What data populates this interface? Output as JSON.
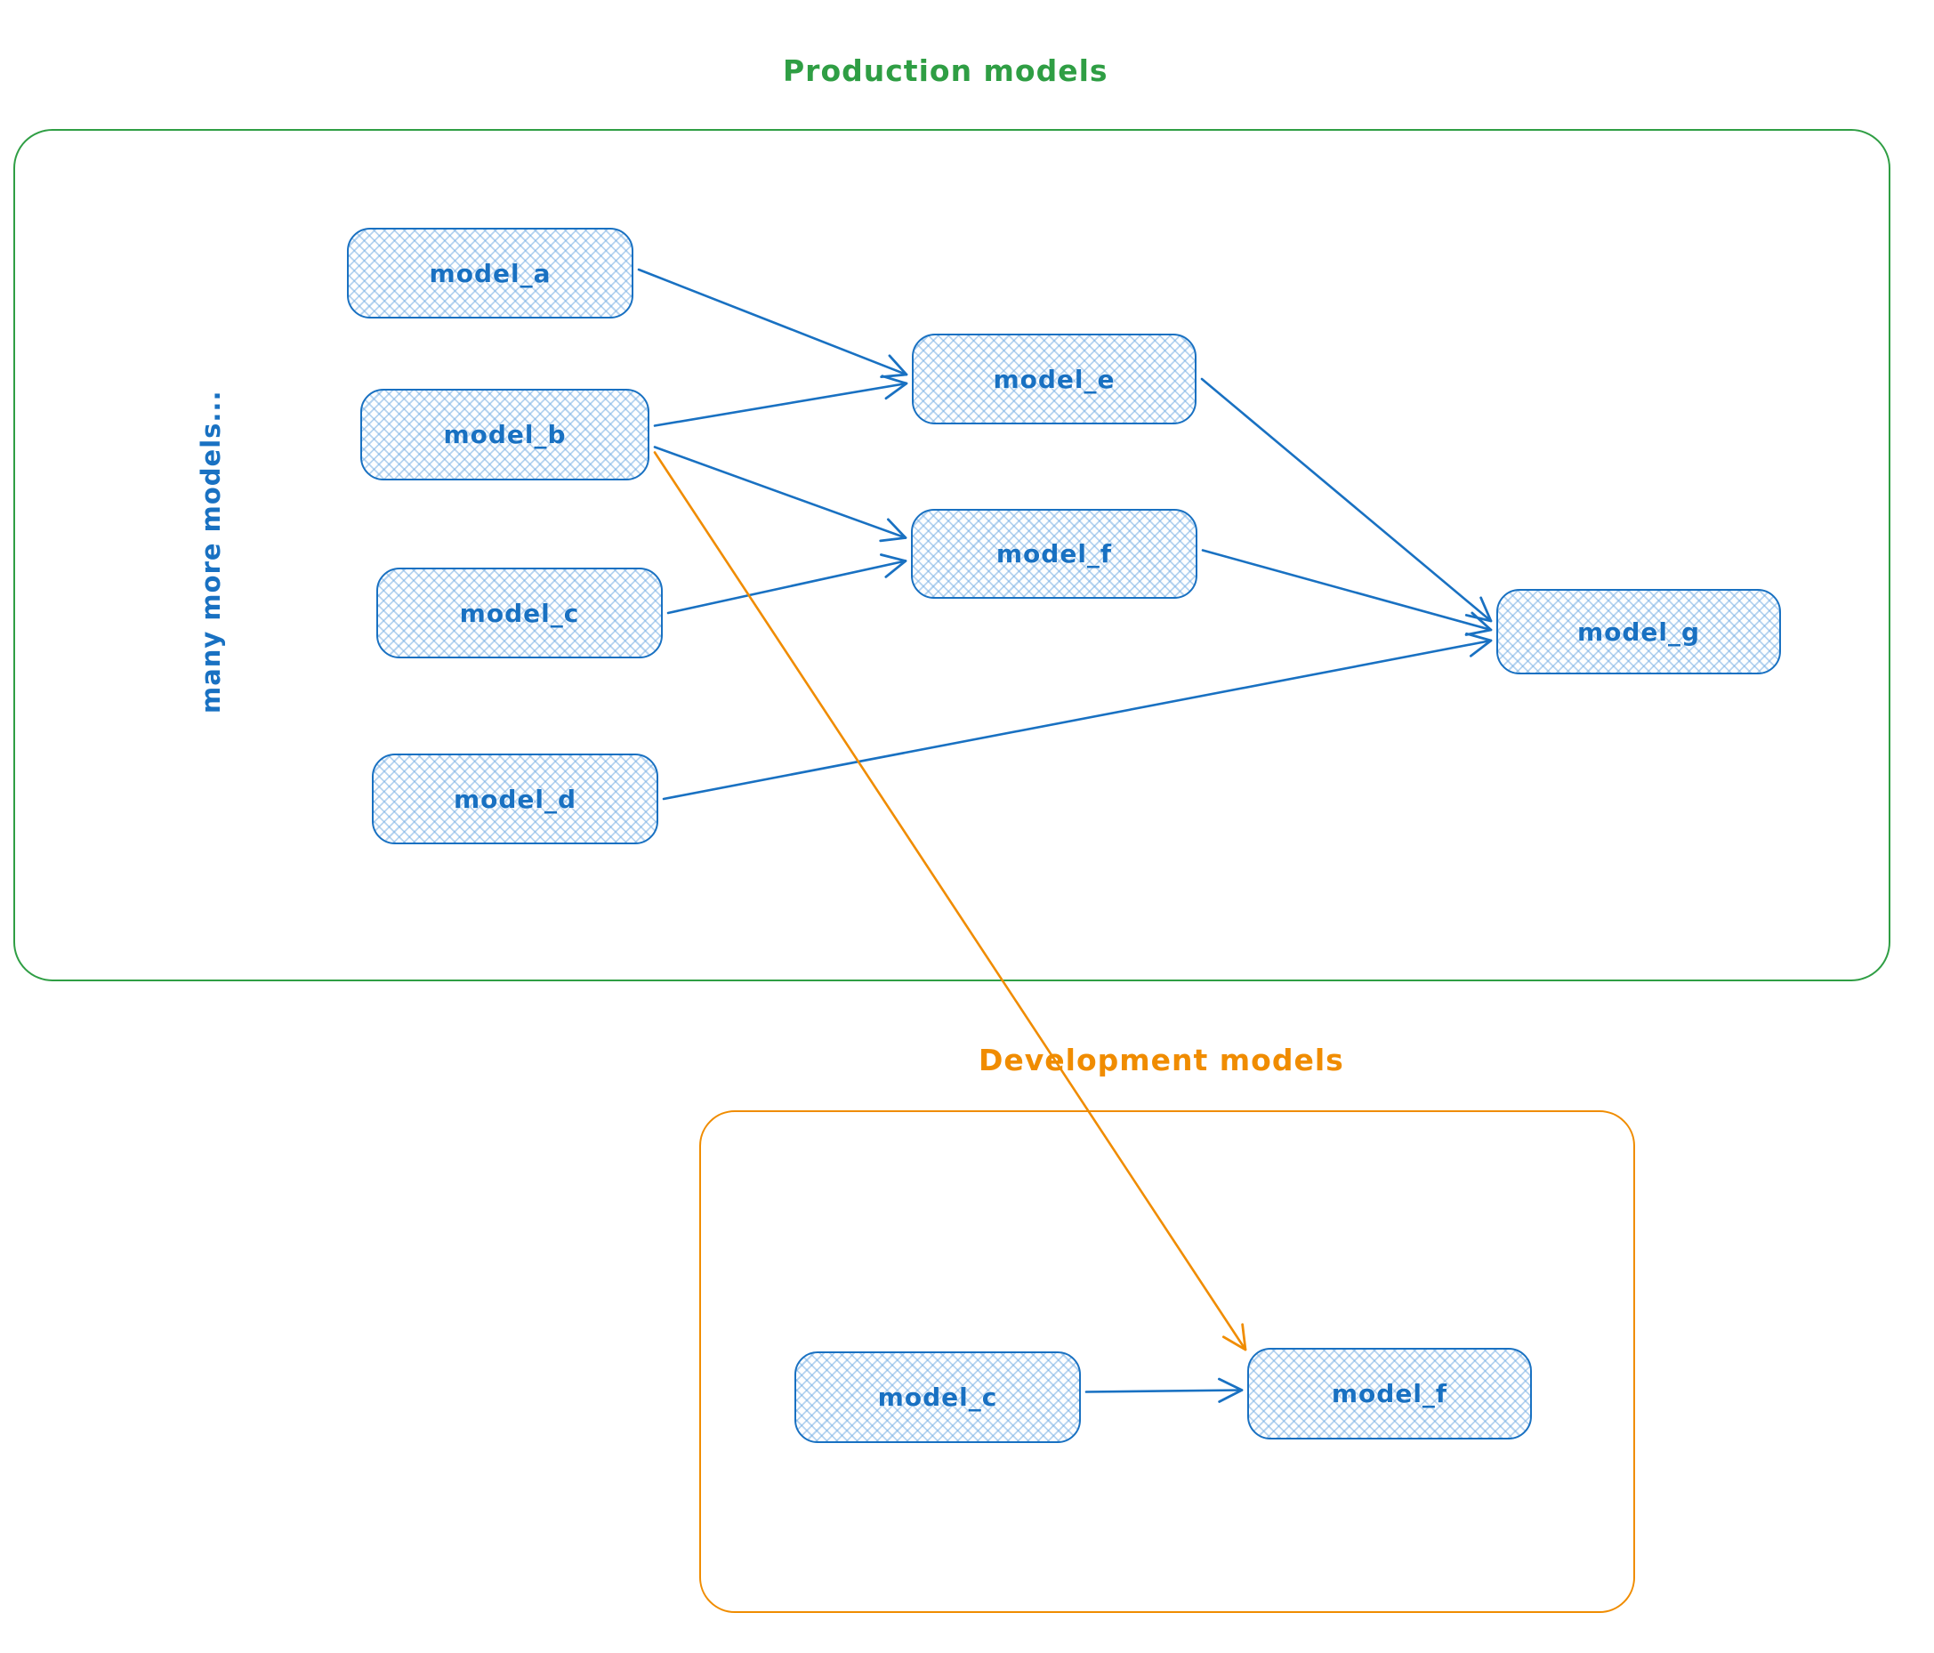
{
  "diagram": {
    "production": {
      "title": "Production models",
      "side_label": "many more models...",
      "nodes": {
        "model_a": {
          "label": "model_a"
        },
        "model_b": {
          "label": "model_b"
        },
        "model_c": {
          "label": "model_c"
        },
        "model_d": {
          "label": "model_d"
        },
        "model_e": {
          "label": "model_e"
        },
        "model_f": {
          "label": "model_f"
        },
        "model_g": {
          "label": "model_g"
        }
      }
    },
    "development": {
      "title": "Development models",
      "nodes": {
        "model_c": {
          "label": "model_c"
        },
        "model_f": {
          "label": "model_f"
        }
      }
    },
    "edges": [
      {
        "from": "prod_model_a",
        "to": "prod_model_e",
        "from_anchor": "right",
        "to_anchor": "left",
        "from_dy": -4,
        "to_dy": -5
      },
      {
        "from": "prod_model_b",
        "to": "prod_model_e",
        "from_anchor": "right",
        "to_anchor": "left",
        "from_dy": -10,
        "to_dy": 5
      },
      {
        "from": "prod_model_b",
        "to": "prod_model_f",
        "from_anchor": "right",
        "to_anchor": "left",
        "from_dy": 14,
        "to_dy": -18
      },
      {
        "from": "prod_model_c",
        "to": "prod_model_f",
        "from_anchor": "right",
        "to_anchor": "left",
        "to_dy": 8
      },
      {
        "from": "prod_model_e",
        "to": "prod_model_g",
        "from_anchor": "right",
        "to_anchor": "left",
        "from_dy": 0,
        "to_dy": -12
      },
      {
        "from": "prod_model_f",
        "to": "prod_model_g",
        "from_anchor": "right",
        "to_anchor": "left",
        "from_dy": -4,
        "to_dy": -2
      },
      {
        "from": "prod_model_d",
        "to": "prod_model_g",
        "from_anchor": "right",
        "to_anchor": "left",
        "to_dy": 10
      },
      {
        "from": "dev_model_c",
        "to": "dev_model_f",
        "from_anchor": "right",
        "to_anchor": "left",
        "from_dy": -6,
        "to_dy": -4
      },
      {
        "from": "prod_model_b",
        "to": "dev_model_f",
        "from_anchor": "right",
        "to_anchor": "top-left",
        "from_dy": 20,
        "color": "#f08c00"
      }
    ],
    "colors": {
      "node_stroke": "#1971c2",
      "node_fill_hatch": "#a5d8ff",
      "production_border": "#2f9e44",
      "development_border": "#f08c00",
      "arrow_blue": "#1971c2",
      "arrow_orange": "#f08c00"
    }
  }
}
